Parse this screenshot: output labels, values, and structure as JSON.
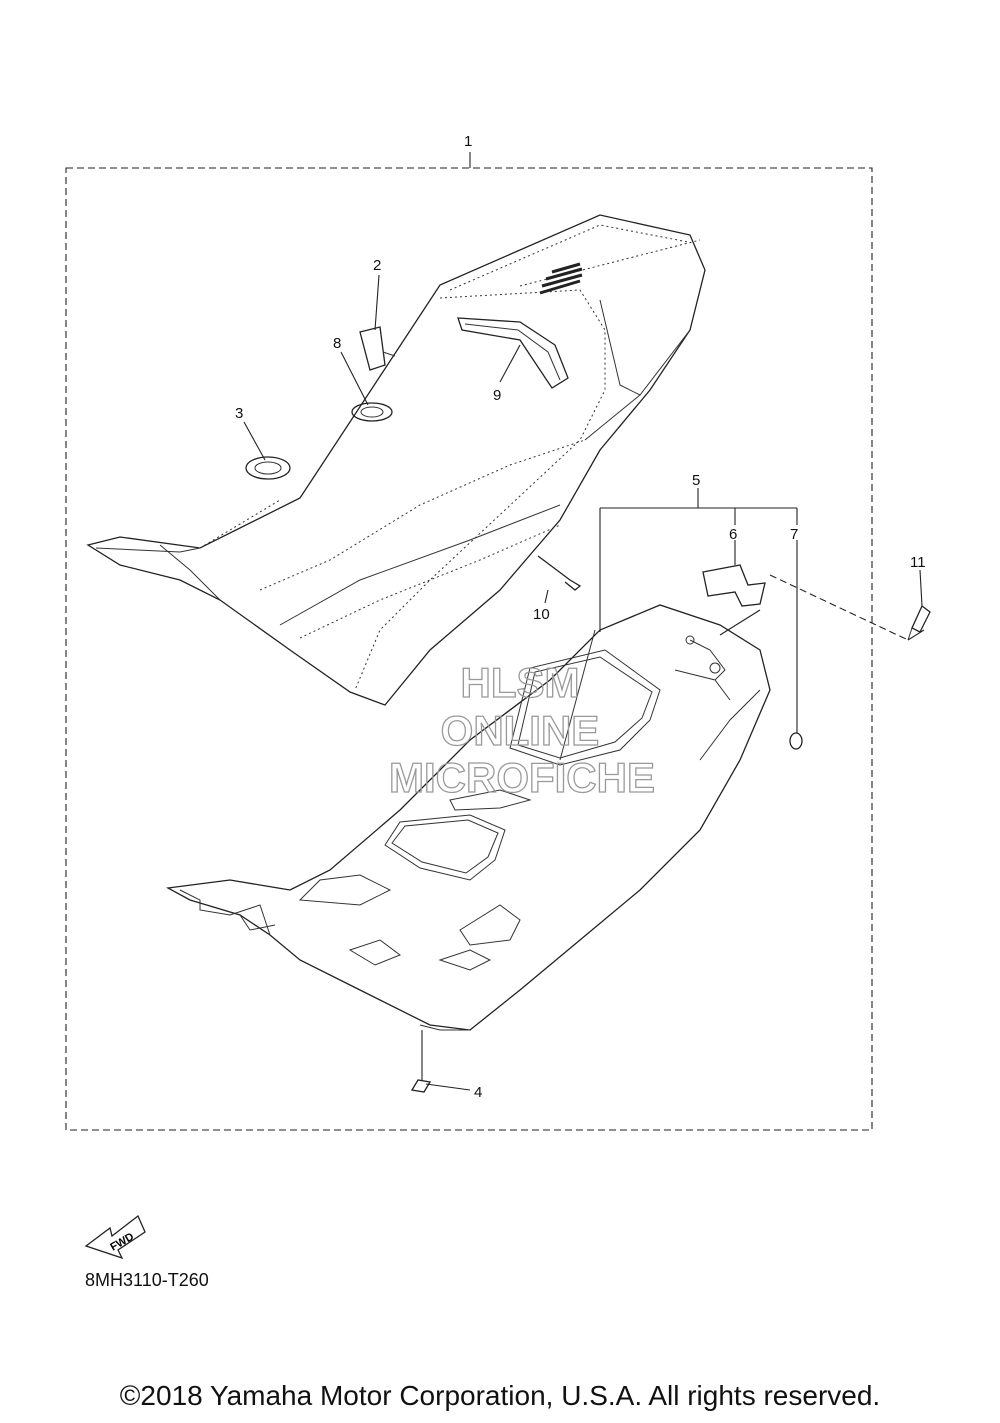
{
  "diagram": {
    "callouts": [
      "1",
      "2",
      "3",
      "4",
      "5",
      "6",
      "7",
      "8",
      "9",
      "10",
      "11"
    ],
    "fwd_label": "FWD",
    "code": "8MH3110-T260",
    "watermark": [
      "HLSM",
      "ONLINE",
      "MICROFICHE"
    ]
  },
  "footer": {
    "copyright": "©2018 Yamaha Motor Corporation, U.S.A. All rights reserved."
  },
  "icons": {
    "fwd_arrow": "fwd-arrow-icon"
  }
}
